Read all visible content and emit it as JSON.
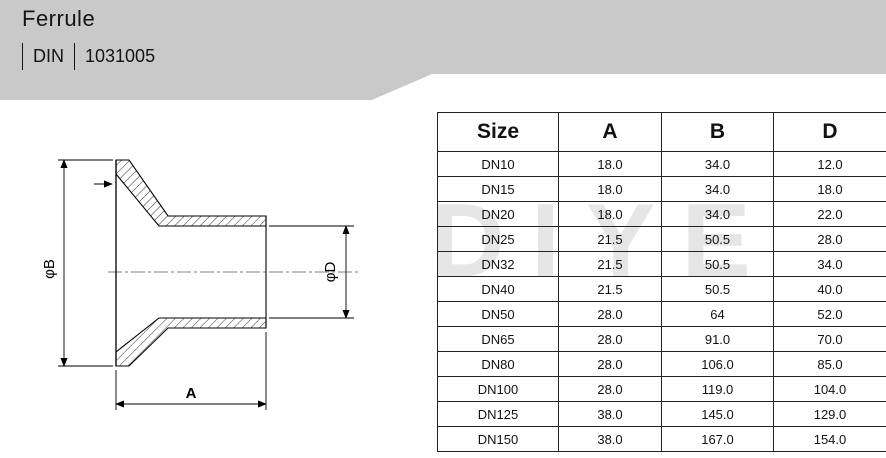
{
  "header": {
    "title": "Ferrule",
    "standard": "DIN",
    "code": "1031005"
  },
  "watermark": "DIYE",
  "drawing": {
    "dim_b": "φB",
    "dim_d": "φD",
    "dim_a": "A"
  },
  "table": {
    "columns": [
      "Size",
      "A",
      "B",
      "D"
    ],
    "rows": [
      [
        "DN10",
        "18.0",
        "34.0",
        "12.0"
      ],
      [
        "DN15",
        "18.0",
        "34.0",
        "18.0"
      ],
      [
        "DN20",
        "18.0",
        "34.0",
        "22.0"
      ],
      [
        "DN25",
        "21.5",
        "50.5",
        "28.0"
      ],
      [
        "DN32",
        "21.5",
        "50.5",
        "34.0"
      ],
      [
        "DN40",
        "21.5",
        "50.5",
        "40.0"
      ],
      [
        "DN50",
        "28.0",
        "64",
        "52.0"
      ],
      [
        "DN65",
        "28.0",
        "91.0",
        "70.0"
      ],
      [
        "DN80",
        "28.0",
        "106.0",
        "85.0"
      ],
      [
        "DN100",
        "28.0",
        "119.0",
        "104.0"
      ],
      [
        "DN125",
        "38.0",
        "145.0",
        "129.0"
      ],
      [
        "DN150",
        "38.0",
        "167.0",
        "154.0"
      ]
    ]
  }
}
